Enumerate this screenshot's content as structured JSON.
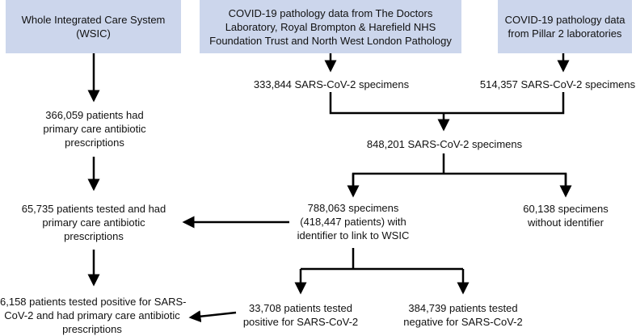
{
  "sources": {
    "wsic": "Whole Integrated Care System (WSIC)",
    "lab": "COVID-19 pathology data from The Doctors Laboratory, Royal Brompton & Harefield NHS Foundation Trust and North West London Pathology",
    "pillar2": "COVID-19 pathology data from Pillar 2 laboratories"
  },
  "nodes": {
    "lab_specimens": "333,844 SARS-CoV-2 specimens",
    "pillar2_specimens": "514,357 SARS-CoV-2 specimens",
    "combined_specimens": "848,201 SARS-CoV-2 specimens",
    "with_identifier": [
      "788,063 specimens",
      "(418,447 patients) with",
      "identifier to link to WSIC"
    ],
    "without_identifier": [
      "60,138 specimens",
      "without identifier"
    ],
    "antibiotic_prescriptions": [
      "366,059 patients had",
      "primary care antibiotic",
      "prescriptions"
    ],
    "tested_with_prescriptions": [
      "65,735 patients tested and had",
      "primary care antibiotic",
      "prescriptions"
    ],
    "tested_positive": [
      "33,708 patients tested",
      "positive for SARS-CoV-2"
    ],
    "tested_negative": [
      "384,739 patients tested",
      "negative for SARS-CoV-2"
    ],
    "positive_with_prescriptions": [
      "6,158 patients tested positive for SARS-",
      "CoV-2 and had primary care antibiotic",
      "prescriptions"
    ]
  }
}
